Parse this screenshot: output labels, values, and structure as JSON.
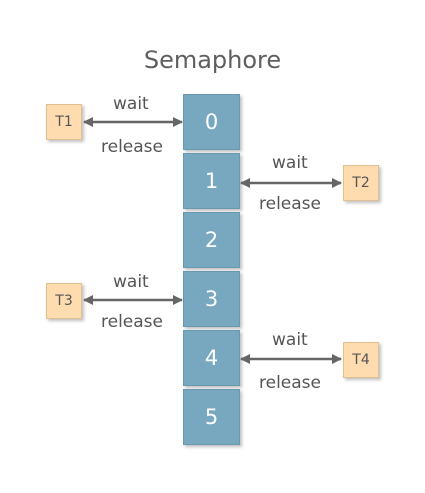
{
  "diagram": {
    "title": "Semaphore",
    "slots": [
      "0",
      "1",
      "2",
      "3",
      "4",
      "5"
    ],
    "threads": [
      {
        "name": "T1",
        "wait_label": "wait",
        "release_label": "release"
      },
      {
        "name": "T2",
        "wait_label": "wait",
        "release_label": "release"
      },
      {
        "name": "T3",
        "wait_label": "wait",
        "release_label": "release"
      },
      {
        "name": "T4",
        "wait_label": "wait",
        "release_label": "release"
      }
    ],
    "colors": {
      "slot_fill": "#78a8c0",
      "thread_fill": "#ffdcaf",
      "arrow": "#666666"
    }
  }
}
